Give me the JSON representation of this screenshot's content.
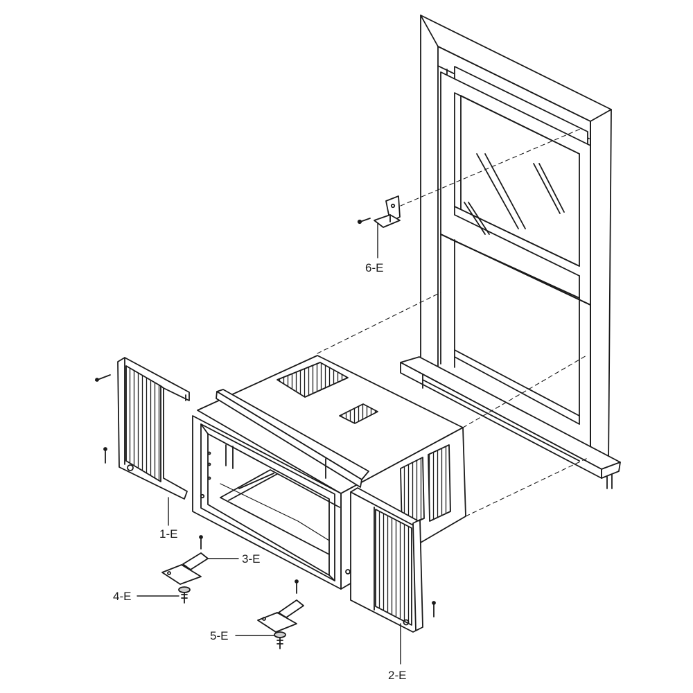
{
  "diagram": {
    "callouts": {
      "side_curtain_left": "1-E",
      "side_curtain_right": "2-E",
      "support_bracket_left": "3-E",
      "bracket_bolt_left": "4-E",
      "bracket_bolt_right": "5-E",
      "sash_lock_bracket": "6-E"
    },
    "colors": {
      "line": "#1a1a1a",
      "fill": "#ffffff",
      "shade": "#cfcfcf",
      "dark_shade": "#6a6a6a"
    }
  }
}
